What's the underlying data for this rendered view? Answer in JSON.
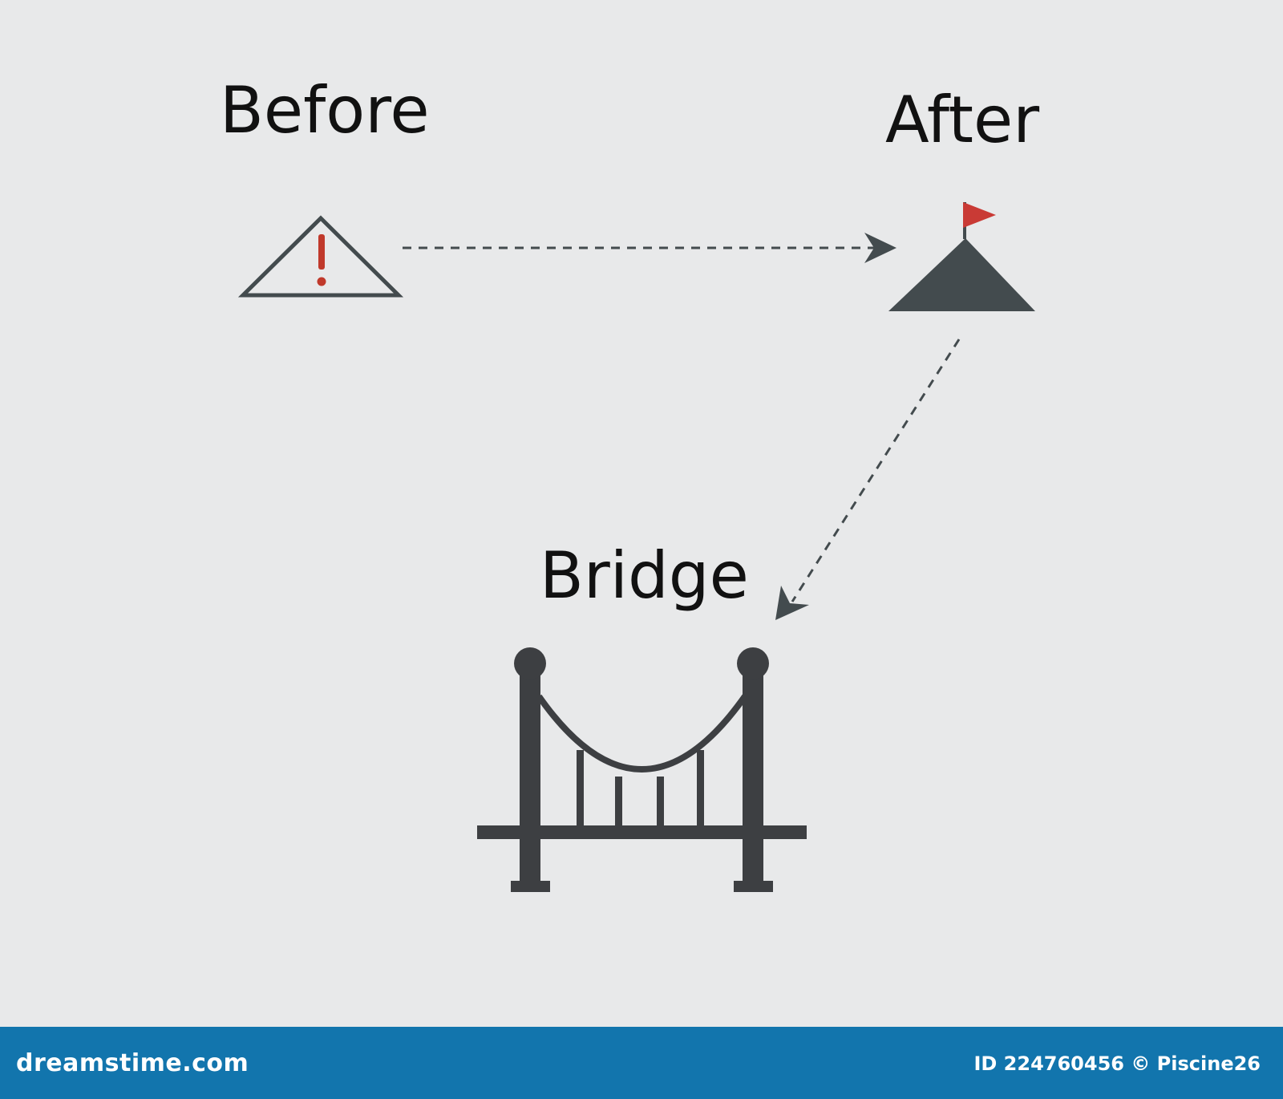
{
  "labels": {
    "before": "Before",
    "after": "After",
    "bridge": "Bridge"
  },
  "footer": {
    "brand": "dreamstime.com",
    "id_credit": "ID 224760456 © Piscine26"
  },
  "colors": {
    "background": "#e8e9ea",
    "icon_dark": "#434b4e",
    "bridge_dark": "#3d3f42",
    "alert_red": "#c0392b",
    "flag_red": "#c93a35",
    "footer_bg": "#1275ad"
  },
  "icons": [
    "warning-triangle-icon",
    "mountain-flag-icon",
    "bridge-icon"
  ]
}
